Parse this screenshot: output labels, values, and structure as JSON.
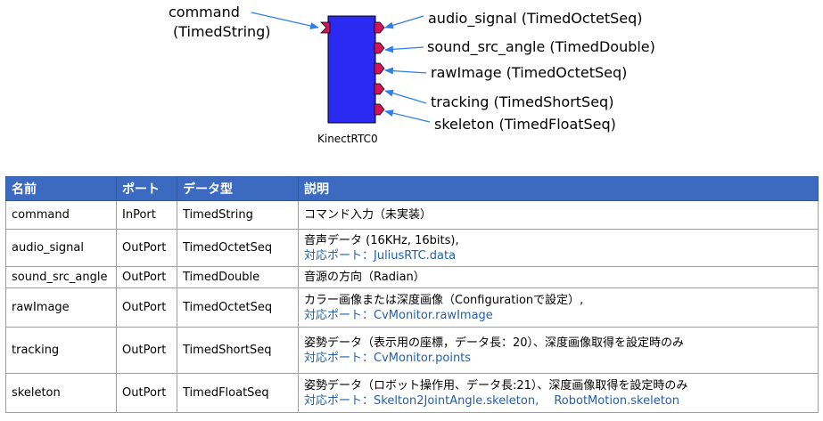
{
  "component": {
    "name": "KinectRTC0",
    "input_port": {
      "name": "command",
      "type": "(TimedString)"
    },
    "output_ports": [
      {
        "label": "audio_signal (TimedOctetSeq)"
      },
      {
        "label": "sound_src_angle (TimedDouble)"
      },
      {
        "label": "rawImage (TimedOctetSeq)"
      },
      {
        "label": "tracking (TimedShortSeq)"
      },
      {
        "label": "skeleton (TimedFloatSeq)"
      }
    ],
    "colors": {
      "body": "#2a2af2",
      "port": "#d4145a",
      "arrow": "#2e7fe8"
    }
  },
  "table": {
    "headers": [
      "名前",
      "ポート",
      "データ型",
      "説明"
    ],
    "header_color": "#3b6ac0",
    "rows": [
      {
        "name": "command",
        "port": "InPort",
        "type": "TimedString",
        "desc": "コマンド入力（未実装）",
        "ref": ""
      },
      {
        "name": "audio_signal",
        "port": "OutPort",
        "type": "TimedOctetSeq",
        "desc": "音声データ (16KHz, 16bits),",
        "ref": "対応ポート：JuliusRTC.data"
      },
      {
        "name": "sound_src_angle",
        "port": "OutPort",
        "type": "TimedDouble",
        "desc": "音源の方向（Radian）",
        "ref": ""
      },
      {
        "name": "rawImage",
        "port": "OutPort",
        "type": "TimedOctetSeq",
        "desc": "カラー画像または深度画像（Configurationで設定）,",
        "ref": "対応ポート：CvMonitor.rawImage"
      },
      {
        "name": "tracking",
        "port": "OutPort",
        "type": "TimedShortSeq",
        "desc": "姿勢データ（表示用の座標，データ長：20）、深度画像取得を設定時のみ",
        "ref": "対応ポート：CvMonitor.points"
      },
      {
        "name": "skeleton",
        "port": "OutPort",
        "type": "TimedFloatSeq",
        "desc": "姿勢データ（ロボット操作用、データ長:21）、深度画像取得を設定時のみ",
        "ref": "対応ポート：Skelton2JointAngle.skeleton,　 RobotMotion.skeleton"
      }
    ]
  }
}
